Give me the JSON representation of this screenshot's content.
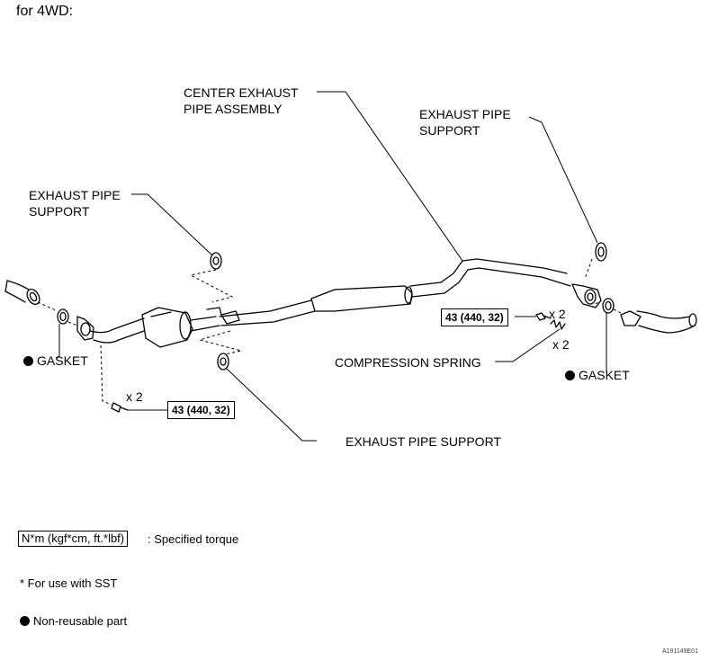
{
  "title": "for 4WD:",
  "labels": {
    "center_pipe": [
      "CENTER EXHAUST",
      "PIPE ASSEMBLY"
    ],
    "support_right": [
      "EXHAUST PIPE",
      "SUPPORT"
    ],
    "support_left": [
      "EXHAUST PIPE",
      "SUPPORT"
    ],
    "support_bottom": "EXHAUST PIPE SUPPORT",
    "compression_spring": "COMPRESSION SPRING",
    "gasket_left": "GASKET",
    "gasket_right": "GASKET",
    "qty_left": "x 2",
    "qty_right_bolt": "x 2",
    "qty_right_spring": "x 2"
  },
  "torques": {
    "left": "43 (440, 32)",
    "right": "43 (440, 32)"
  },
  "legend": {
    "torque_unit": "N*m (kgf*cm, ft.*lbf)",
    "torque_desc": ": Specified torque",
    "sst": "* For use with SST",
    "non_reusable": "Non-reusable part"
  },
  "figure_id": "A191149E01"
}
